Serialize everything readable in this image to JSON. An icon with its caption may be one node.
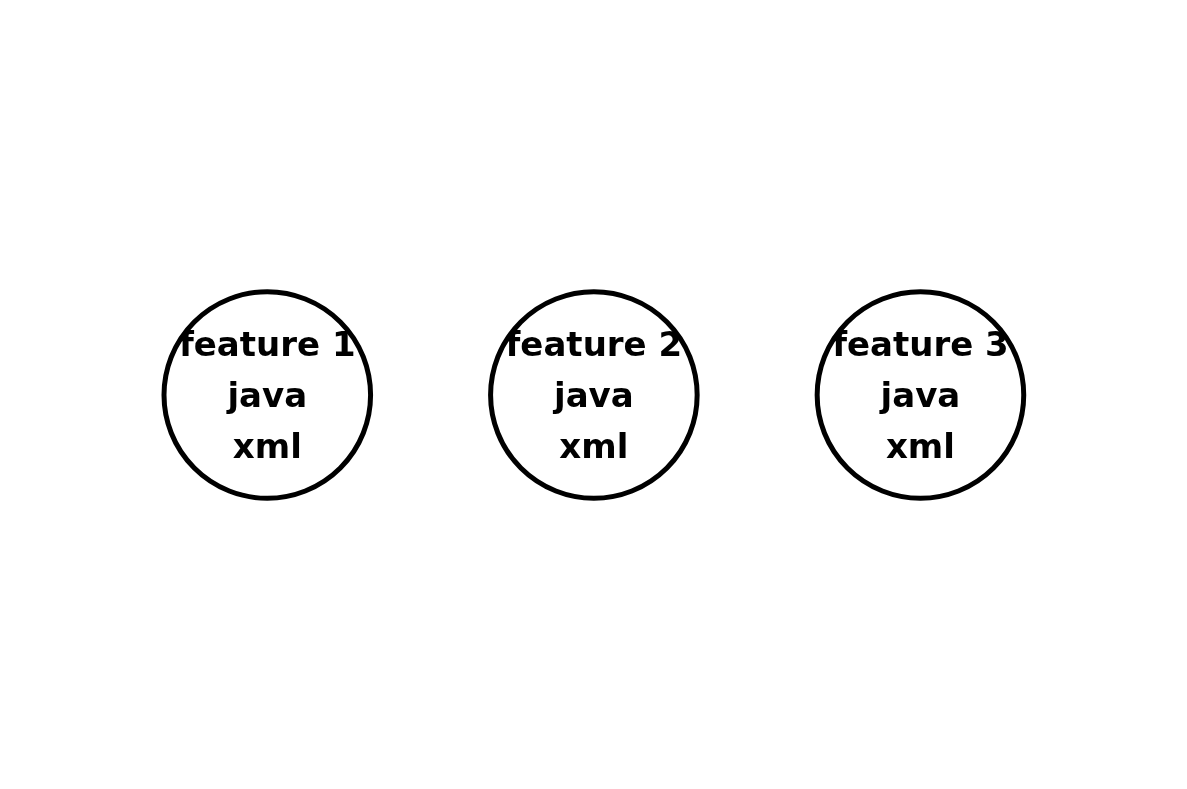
{
  "diagram": {
    "nodes": [
      {
        "text": [
          "feature 1",
          "java",
          "xml"
        ]
      },
      {
        "text": [
          "feature 2",
          "java",
          "xml"
        ]
      },
      {
        "text": [
          "feature 3",
          "java",
          "xml"
        ]
      }
    ]
  }
}
